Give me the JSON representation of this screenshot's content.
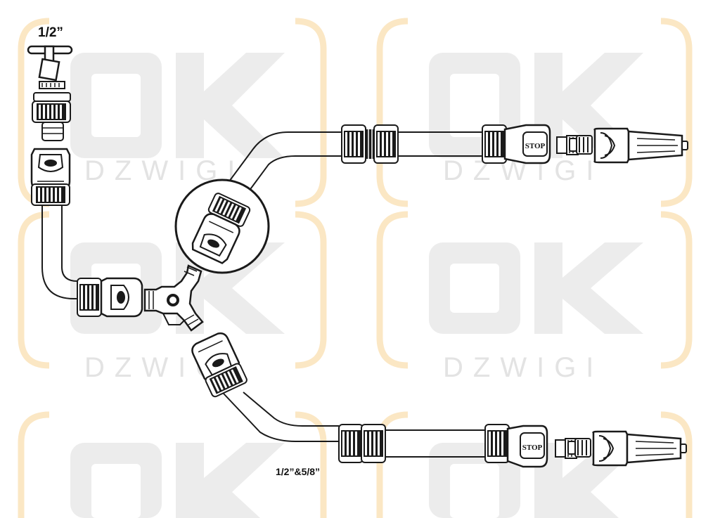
{
  "labels": {
    "tap_size": "1/2”",
    "hose_size": "1/2”&5/8”"
  },
  "stop_labels": {
    "upper": "STOP",
    "lower": "STOP"
  },
  "watermark": {
    "logo": "OK",
    "text": "DZWIGI"
  },
  "colors": {
    "line": "#1a1a1a",
    "fill": "#ffffff",
    "watermark_gray": "#e6e6e6",
    "watermark_orange": "#fbe7c4"
  },
  "icons": [
    "tap-icon",
    "tap-adapter-icon",
    "hose-connector-icon",
    "y-splitter-icon",
    "hose-repair-coupling-icon",
    "aquastop-connector-icon",
    "nozzle-adapter-icon",
    "spray-nozzle-icon",
    "magnifier-circle-icon"
  ]
}
